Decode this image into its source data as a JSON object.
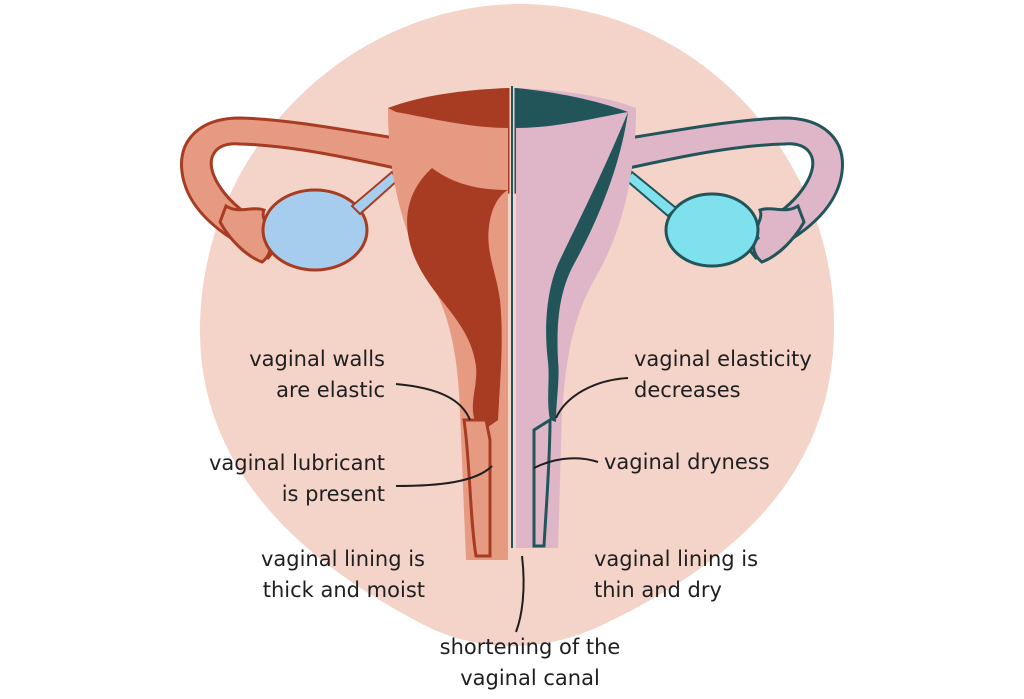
{
  "colors": {
    "backdrop": "#f4d3c9",
    "healthy_fill": "#e69a82",
    "healthy_dark": "#a83c22",
    "healthy_ovary": "#a7cdee",
    "menopause_fill": "#deb6c8",
    "menopause_dark": "#22555a",
    "menopause_ovary": "#7fe1ed",
    "leader_line": "#1f1f1f"
  },
  "labels": {
    "walls_elastic": [
      "vaginal walls",
      "are elastic"
    ],
    "lubricant_present": [
      "vaginal lubricant",
      "is present"
    ],
    "lining_thick": [
      "vaginal lining is",
      "thick and moist"
    ],
    "elasticity_decreases": [
      "vaginal elasticity",
      "decreases"
    ],
    "dryness": [
      "vaginal dryness"
    ],
    "lining_thin": [
      "vaginal lining is",
      "thin and dry"
    ],
    "canal_shortening": [
      "shortening of the",
      "vaginal canal"
    ]
  }
}
